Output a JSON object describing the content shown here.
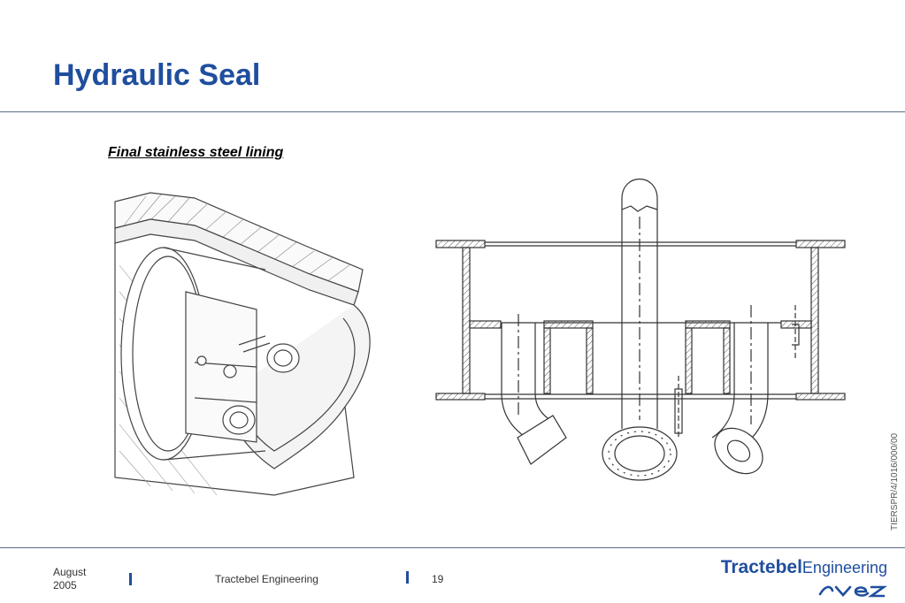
{
  "slide": {
    "title": "Hydraulic Seal",
    "subtitle": "Final stainless steel lining",
    "side_code": "TIERSPR/4/1016/000/00"
  },
  "footer": {
    "date_month": "August",
    "date_year": "2005",
    "company": "Tractebel Engineering",
    "page_number": "19"
  },
  "logo": {
    "brand_bold": "Tractebel",
    "brand_light": "Engineering",
    "sub_brand": "SUEZ"
  },
  "colors": {
    "title": "#1f4e9e",
    "rule": "#5a6f86"
  }
}
